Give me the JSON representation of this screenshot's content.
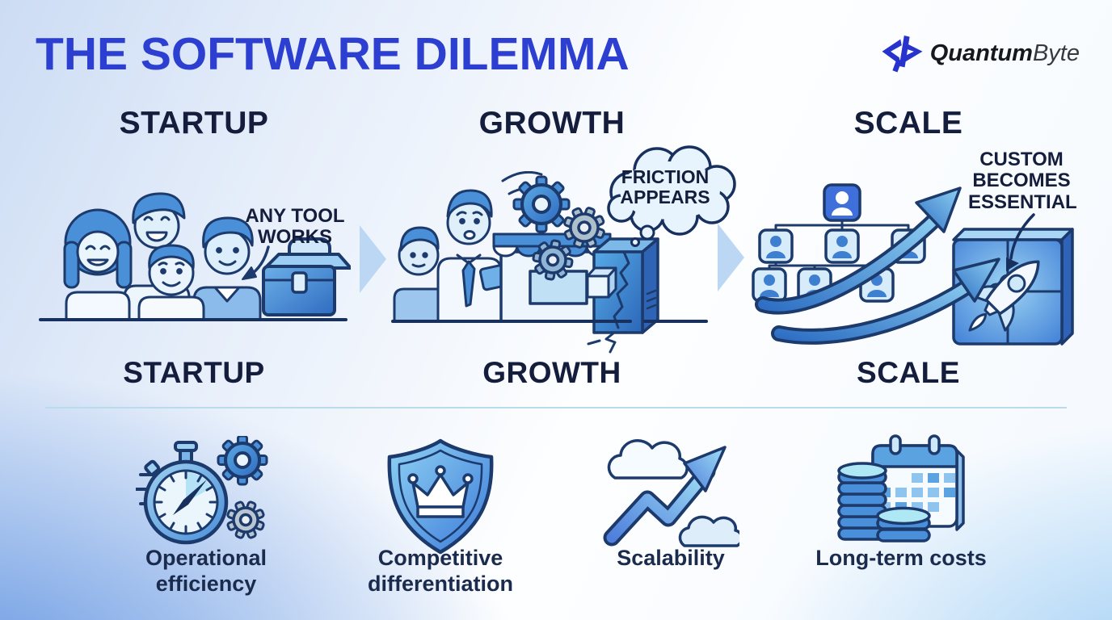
{
  "header": {
    "title": "THE SOFTWARE DILEMMA",
    "brand": {
      "bold": "Quantum",
      "light": "Byte"
    }
  },
  "stages": [
    {
      "heading": "STARTUP",
      "caption": "STARTUP",
      "annotation_lines": [
        "ANY TOOL",
        "WORKS"
      ],
      "illustration": "team-with-toolbox"
    },
    {
      "heading": "GROWTH",
      "caption": "GROWTH",
      "annotation_lines": [
        "FRICTION",
        "APPEARS"
      ],
      "illustration": "storefront-gears-cracked-server"
    },
    {
      "heading": "SCALE",
      "caption": "SCALE",
      "annotation_lines": [
        "CUSTOM",
        "BECOMES",
        "ESSENTIAL"
      ],
      "illustration": "org-chart-arrows-puzzle-rocket"
    }
  ],
  "benefits": [
    {
      "label": "Operational efficiency",
      "icon": "stopwatch-gears-icon"
    },
    {
      "label": "Competitive differentiation",
      "icon": "shield-crown-icon"
    },
    {
      "label": "Scalability",
      "icon": "growth-arrow-clouds-icon"
    },
    {
      "label": "Long-term costs",
      "icon": "coins-calendar-icon"
    }
  ],
  "colors": {
    "title_blue": "#2c3fd0",
    "heading_navy": "#141e3c",
    "outline_navy": "#1c3a6c",
    "mid_blue": "#4a90d9",
    "light_blue": "#d9ecfa",
    "chevron_blue": "#bcd7f3",
    "logo_blue": "#2733cc",
    "background_edge_blue": "#5a8fe0"
  }
}
